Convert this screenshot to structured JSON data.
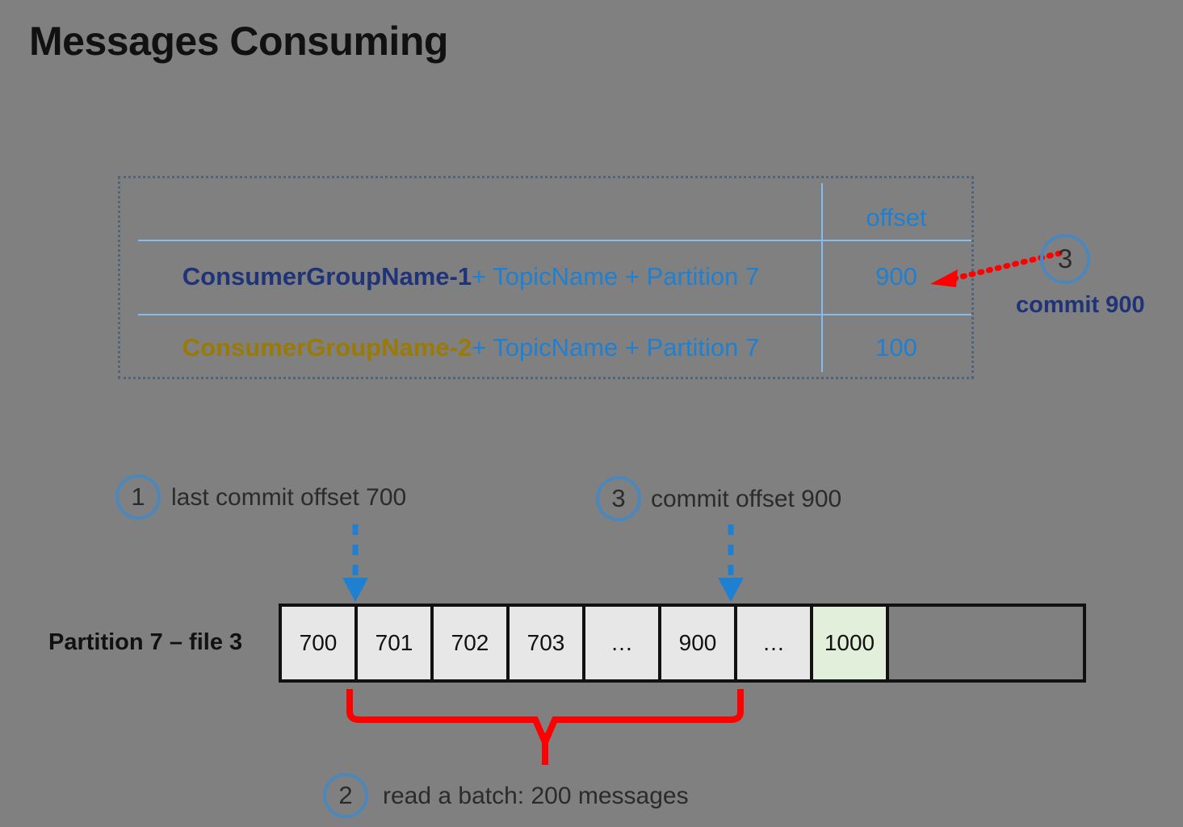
{
  "page": {
    "title": "Messages Consuming",
    "background_color": "#808080"
  },
  "colors": {
    "navy": "#1f3378",
    "blue": "#1f80d2",
    "olive": "#9a7a06",
    "red": "#ff0000",
    "step_circle": "#4a87bd",
    "cell_fill": "#e7e7e7",
    "cell_green": "#e2efda",
    "table_border": "#4f6579",
    "table_rule": "#7fbdf2"
  },
  "offset_table": {
    "column_header": "offset",
    "rows": [
      {
        "group": "ConsumerGroupName-1",
        "group_color": "navy",
        "suffix": "+ TopicName + Partition 7",
        "offset": "900"
      },
      {
        "group": "ConsumerGroupName-2",
        "group_color": "olive",
        "suffix": "+ TopicName + Partition 7",
        "offset": "100"
      }
    ]
  },
  "table_callout": {
    "step": "3",
    "label": "commit 900",
    "arrow": "red-dotted-arrow-left"
  },
  "steps": [
    {
      "number": "1",
      "label": "last commit offset 700"
    },
    {
      "number": "3",
      "label": "commit offset 900"
    },
    {
      "number": "2",
      "label": "read a batch: 200 messages"
    }
  ],
  "partition": {
    "label": "Partition 7 – file 3",
    "cells": [
      {
        "text": "700",
        "style": "normal"
      },
      {
        "text": "701",
        "style": "normal"
      },
      {
        "text": "702",
        "style": "normal"
      },
      {
        "text": "703",
        "style": "normal"
      },
      {
        "text": "…",
        "style": "normal"
      },
      {
        "text": "900",
        "style": "normal"
      },
      {
        "text": "…",
        "style": "normal"
      },
      {
        "text": "1000",
        "style": "green"
      },
      {
        "text": "",
        "style": "empty"
      }
    ]
  },
  "annotations": {
    "arrow_1_target_cell": "700",
    "arrow_2_target_cell": "900",
    "brace_label": "read a batch: 200 messages"
  }
}
